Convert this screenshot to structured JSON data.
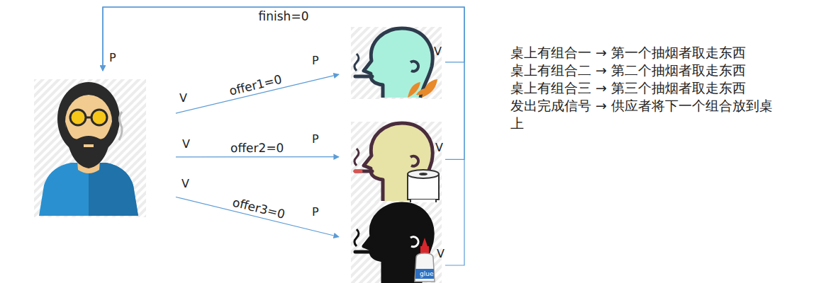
{
  "diagram": {
    "nodes": [
      {
        "text": [
          "P",
          "V",
          "V",
          "V"
        ]
      },
      {
        "text": [
          "P",
          "V"
        ]
      },
      {
        "text": [
          "P",
          "V"
        ]
      },
      {
        "text": [
          "P",
          "V"
        ]
      }
    ],
    "edges": [
      {
        "from": 0,
        "to": 1,
        "label": "offer1=0",
        "arrow": "to"
      },
      {
        "from": 0,
        "to": 2,
        "label": "offer2=0",
        "arrow": "to"
      },
      {
        "from": 0,
        "to": 3,
        "label": "offer3=0",
        "arrow": "to"
      },
      {
        "from": 1,
        "to": 0,
        "label": "finish=0",
        "arrow": "to"
      },
      {
        "from": 2,
        "to": 0,
        "arrow": "to"
      },
      {
        "from": 3,
        "to": 0,
        "arrow": "to"
      }
    ],
    "labels": [
      "桌上有组合一 → 第一个抽烟者取走东西",
      "桌上有组合二 → 第二个抽烟者取走东西",
      "桌上有组合三 → 第三个抽烟者取走东西",
      "发出完成信号 → 供应者将下一个组合放到桌上",
      "glue"
    ]
  }
}
